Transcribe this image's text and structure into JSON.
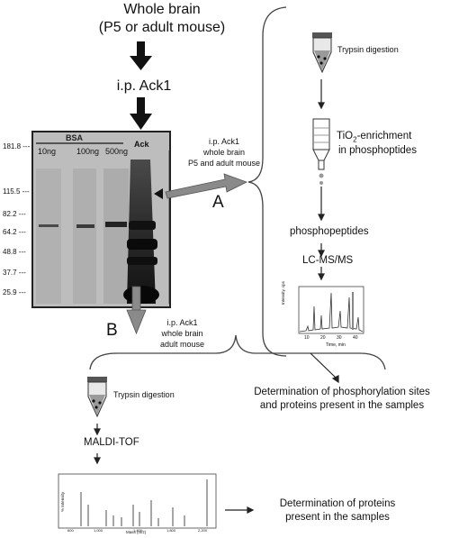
{
  "top": {
    "title_line1": "Whole brain",
    "title_line2": "(P5 or adult mouse)",
    "ip_label": "i.p. Ack1"
  },
  "gel": {
    "bsa_label": "BSA",
    "lane_labels": [
      "10ng",
      "100ng",
      "500ng",
      "Ack"
    ],
    "mw_markers": [
      "181.8",
      "115.5",
      "82.2",
      "64.2",
      "48.8",
      "37.7",
      "25.9"
    ]
  },
  "route_a": {
    "letter": "A",
    "note_line1": "i.p. Ack1",
    "note_line2": "whole brain",
    "note_line3": "P5 and adult mouse",
    "step1": "Trypsin digestion",
    "step2_line1_pre": "TiO",
    "step2_line1_sub": "2",
    "step2_line1_post": "-enrichment",
    "step2_line2": "in phosphoptides",
    "step3": "phosphopeptides",
    "step4": "LC-MS/MS",
    "chart_ylabel": "Intensity, cps",
    "chart_xlabel": "Time, min",
    "chart_ticks": [
      "10",
      "20",
      "30",
      "40"
    ],
    "result_line1": "Determination of phosphorylation sites",
    "result_line2": "and proteins present in the samples"
  },
  "route_b": {
    "letter": "B",
    "note_line1": "i.p. Ack1",
    "note_line2": "whole brain",
    "note_line3": "adult mouse",
    "step1": "Trypsin digestion",
    "step2": "MALDI-TOF",
    "spectrum_ylabel": "% Intensity",
    "spectrum_xlabel": "Mass (m/z)",
    "spectrum_xticks": [
      "600",
      "1,000",
      "1,400",
      "1,800",
      "2,200"
    ],
    "result_line1": "Determination of proteins",
    "result_line2": "present in the samples"
  }
}
